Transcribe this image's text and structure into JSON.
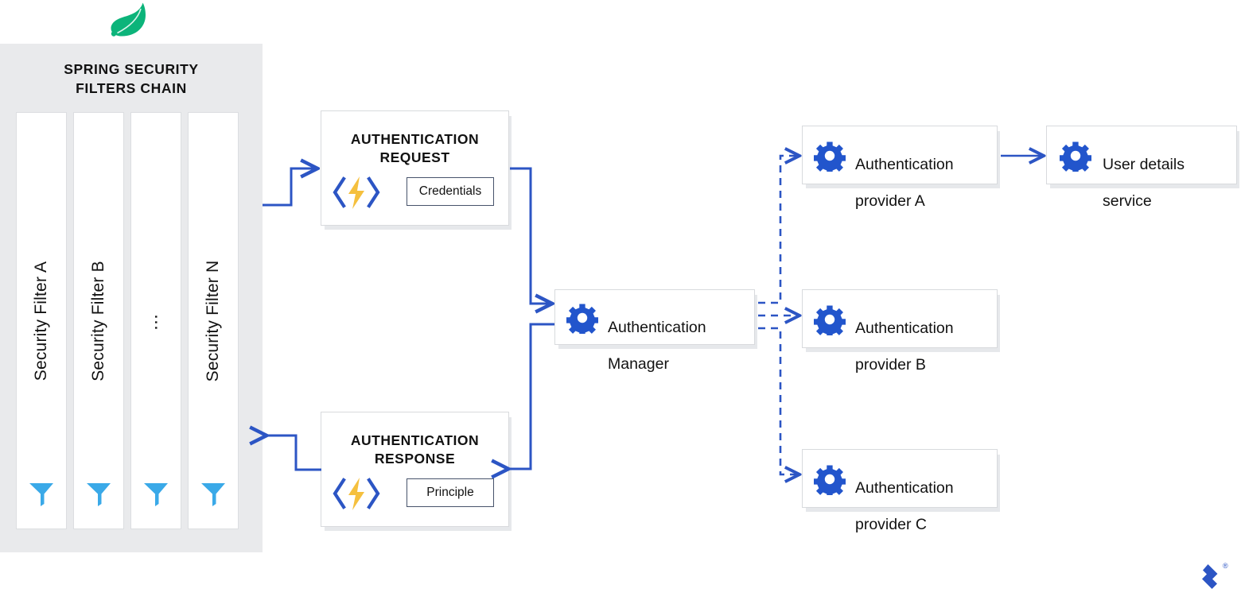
{
  "brand": {
    "spring_logo": "spring-leaf-logo",
    "toptal_logo": "toptal-logo",
    "registered_mark": "®"
  },
  "colors": {
    "panel_bg": "#e9eaec",
    "arrow_blue": "#2c55c4",
    "icon_blue": "#2255cc",
    "funnel_blue": "#3aa9e8",
    "bolt_yellow": "#f5c03e",
    "spring_green": "#0cb47a",
    "text": "#121212",
    "card_border": "#d8dadd",
    "chip_border": "#47536b"
  },
  "filters_panel": {
    "title": "SPRING SECURITY\nFILTERS CHAIN",
    "title_line1": "SPRING SECURITY",
    "title_line2": "FILTERS CHAIN",
    "columns": [
      {
        "label": "Security Filter A",
        "icon": "funnel-icon",
        "is_ellipsis": false
      },
      {
        "label": "Security Filter B",
        "icon": "funnel-icon",
        "is_ellipsis": false
      },
      {
        "label": "⋯",
        "icon": "funnel-icon",
        "is_ellipsis": true
      },
      {
        "label": "Security Filter N",
        "icon": "funnel-icon",
        "is_ellipsis": false
      }
    ]
  },
  "auth_request": {
    "title_line1": "AUTHENTICATION",
    "title_line2": "REQUEST",
    "icon": "code-lightning-icon",
    "chip_label": "Credentials"
  },
  "auth_response": {
    "title_line1": "AUTHENTICATION",
    "title_line2": "RESPONSE",
    "icon": "code-lightning-icon",
    "chip_label": "Principle"
  },
  "auth_manager": {
    "icon": "gear-icon",
    "label_line1": "Authentication",
    "label_line2": "Manager"
  },
  "providers": [
    {
      "icon": "gear-icon",
      "label_line1": "Authentication",
      "label_line2": "provider A"
    },
    {
      "icon": "gear-icon",
      "label_line1": "Authentication",
      "label_line2": "provider B"
    },
    {
      "icon": "gear-icon",
      "label_line1": "Authentication",
      "label_line2": "provider C"
    }
  ],
  "user_details_service": {
    "icon": "gear-icon",
    "label_line1": "User details",
    "label_line2": "service"
  },
  "connectors": {
    "filter_to_request": "solid-arrow-right",
    "request_to_manager": "solid-arrow-right",
    "manager_to_response": "solid-arrow-left",
    "response_to_filter": "solid-arrow-left",
    "manager_to_provider_a": "dashed-arrow-right",
    "manager_to_provider_b": "dashed-arrow-right",
    "manager_to_provider_c": "dashed-arrow-right",
    "provider_a_to_user_details": "solid-arrow-right"
  }
}
